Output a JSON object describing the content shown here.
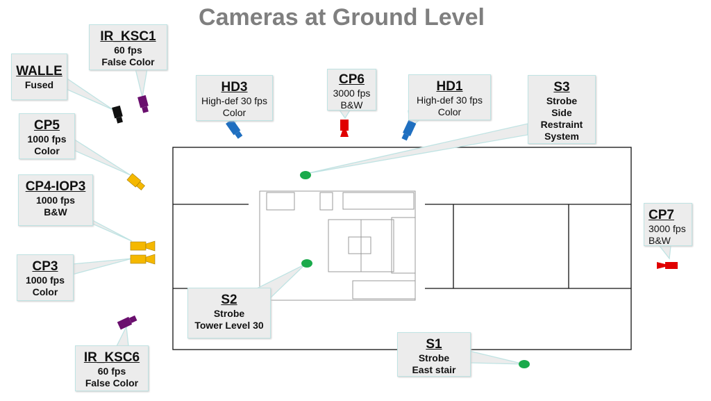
{
  "title": "Cameras at Ground Level",
  "colors": {
    "yellow": "#f5b800",
    "purple": "#6a0f6e",
    "blue": "#1f6fc0",
    "red": "#e00000",
    "black": "#111111",
    "green": "#1aaa4b"
  },
  "callouts": {
    "ir_ksc1": {
      "name": "IR_KSC1",
      "l1": "60 fps",
      "l2": "False Color"
    },
    "walle": {
      "name": "WALLE",
      "l1": "Fused"
    },
    "cp5": {
      "name": "CP5",
      "l1": "1000 fps",
      "l2": "Color"
    },
    "cp4": {
      "name": "CP4-IOP3",
      "l1": "1000 fps",
      "l2": "B&W"
    },
    "cp3": {
      "name": "CP3",
      "l1": "1000 fps",
      "l2": "Color"
    },
    "ir_ksc6": {
      "name": "IR_KSC6",
      "l1": "60 fps",
      "l2": "False Color"
    },
    "hd3": {
      "name": "HD3",
      "l1": "High-def 30 fps",
      "l2": "Color"
    },
    "cp6": {
      "name": "CP6",
      "l1": "3000 fps",
      "l2": "B&W"
    },
    "hd1": {
      "name": "HD1",
      "l1": "High-def 30 fps",
      "l2": "Color"
    },
    "s3": {
      "name": "S3",
      "l1": "Strobe",
      "l2": "Side",
      "l3": "Restraint",
      "l4": "System"
    },
    "cp7": {
      "name": "CP7",
      "l1": "3000 fps",
      "l2": "B&W"
    },
    "s2": {
      "name": "S2",
      "l1": "Strobe",
      "l2": "Tower Level 30"
    },
    "s1": {
      "name": "S1",
      "l1": "Strobe",
      "l2": "East stair"
    }
  }
}
